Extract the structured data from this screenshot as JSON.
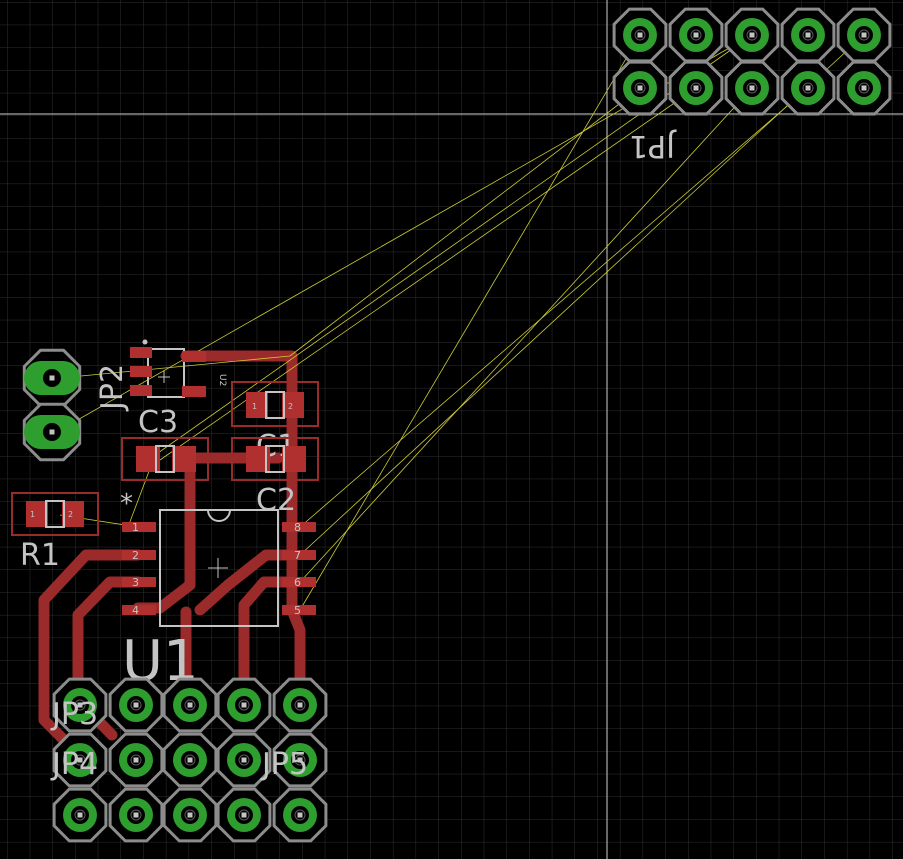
{
  "app": "PCB board editor",
  "colors": {
    "background": "#000000",
    "grid": "#2f2f2f",
    "copper_top": "#9b2a2a",
    "smd_pad": "#b03030",
    "pad_ring": "#8c8c8c",
    "drill": "#2e9e2e",
    "airwire": "#cccc33",
    "silkscreen": "#c4c4c4",
    "origin_axis": "#cfcfcf"
  },
  "labels": {
    "jp1": "JP1",
    "jp2": "JP2",
    "c1": "C1",
    "c2": "C2",
    "c3": "C3",
    "r1": "R1",
    "u1": "U1",
    "u2": "U2",
    "jp3": "JP3",
    "jp4": "JP4",
    "jp5": "JP5",
    "pin1_marker": "*"
  },
  "u1_pins": [
    "1",
    "2",
    "3",
    "4",
    "5",
    "6",
    "7",
    "8"
  ],
  "c1_pins": [
    "1",
    "2"
  ],
  "r1_pins": [
    "1",
    "2"
  ],
  "tool_icons": [
    "grid-icon",
    "origin-crosshair-icon"
  ]
}
